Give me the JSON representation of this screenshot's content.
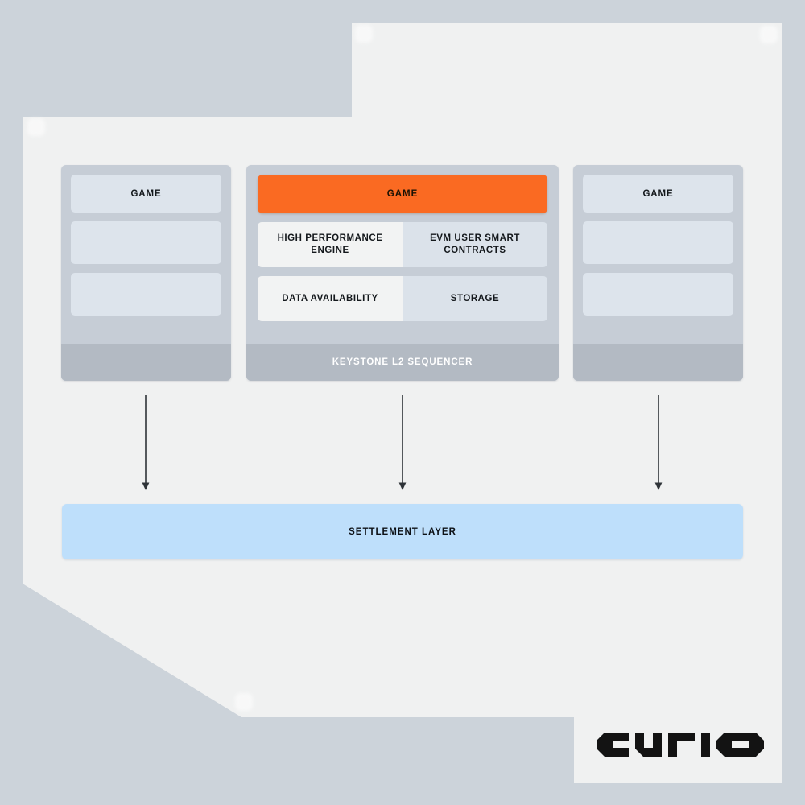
{
  "brand": {
    "name": "curio",
    "logo_icon": "curio-wordmark"
  },
  "palette": {
    "page_background": "#ccd3da",
    "panel": "#f0f1f1",
    "column": "#c6cdd6",
    "slot": "#dde4ec",
    "cell_light": "#f2f3f3",
    "cell_blue": "#dbe2ea",
    "column_footer": "#b3bac3",
    "accent_orange": "#fa6a22",
    "settlement_blue": "#bedffb",
    "text_dark": "#14181c",
    "text_light": "#ffffff",
    "arrow": "#2e3338"
  },
  "diagram": {
    "type": "architecture-stack",
    "columns": [
      {
        "id": "left",
        "highlight": false,
        "slots": [
          {
            "label": "GAME",
            "kind": "game"
          },
          {
            "label": "",
            "kind": "blank"
          },
          {
            "label": "",
            "kind": "blank"
          }
        ],
        "footer": ""
      },
      {
        "id": "center",
        "highlight": true,
        "game": {
          "label": "GAME",
          "accent": "#fa6a22"
        },
        "rows": [
          {
            "cells": [
              {
                "label": "HIGH PERFORMANCE ENGINE",
                "tone": "light"
              },
              {
                "label": "EVM USER SMART CONTRACTS",
                "tone": "blue"
              }
            ]
          },
          {
            "cells": [
              {
                "label": "DATA AVAILABILITY",
                "tone": "light"
              },
              {
                "label": "STORAGE",
                "tone": "blue"
              }
            ]
          }
        ],
        "footer": "KEYSTONE L2 SEQUENCER"
      },
      {
        "id": "right",
        "highlight": false,
        "slots": [
          {
            "label": "GAME",
            "kind": "game"
          },
          {
            "label": "",
            "kind": "blank"
          },
          {
            "label": "",
            "kind": "blank"
          }
        ],
        "footer": ""
      }
    ],
    "connectors": [
      {
        "from": "left",
        "to": "settlement",
        "icon": "down-arrow-icon"
      },
      {
        "from": "center",
        "to": "settlement",
        "icon": "down-arrow-icon"
      },
      {
        "from": "right",
        "to": "settlement",
        "icon": "down-arrow-icon"
      }
    ],
    "settlement": {
      "label": "SETTLEMENT LAYER"
    }
  }
}
